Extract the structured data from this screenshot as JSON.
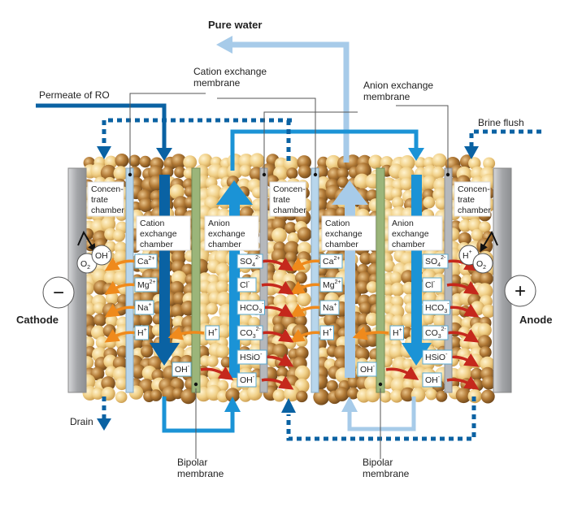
{
  "title_labels": {
    "pure_water": "Pure water",
    "permeate": "Permeate of RO",
    "brine_flush": "Brine flush",
    "drain": "Drain",
    "cathode": "Cathode",
    "anode": "Anode",
    "cation_membrane": [
      "Cation exchange",
      "membrane"
    ],
    "anion_membrane": [
      "Anion exchange",
      "membrane"
    ],
    "bipolar_membrane": [
      "Bipolar",
      "membrane"
    ]
  },
  "electrodes": {
    "cathode_symbol": "−",
    "anode_symbol": "+"
  },
  "chambers": [
    {
      "name": "concentrate-chamber-1",
      "label": [
        "Concen-",
        "trate",
        "chamber"
      ]
    },
    {
      "name": "cation-exchange-chamber-1",
      "label": [
        "Cation",
        "exchange",
        "chamber"
      ]
    },
    {
      "name": "anion-exchange-chamber-1",
      "label": [
        "Anion",
        "exchange",
        "chamber"
      ]
    },
    {
      "name": "concentrate-chamber-2",
      "label": [
        "Concen-",
        "trate",
        "chamber"
      ]
    },
    {
      "name": "cation-exchange-chamber-2",
      "label": [
        "Cation",
        "exchange",
        "chamber"
      ]
    },
    {
      "name": "anion-exchange-chamber-2",
      "label": [
        "Anion",
        "exchange",
        "chamber"
      ]
    },
    {
      "name": "concentrate-chamber-3",
      "label": [
        "Concen-",
        "trate",
        "chamber"
      ]
    }
  ],
  "cations": [
    {
      "base": "Ca",
      "sup": "2+"
    },
    {
      "base": "Mg",
      "sup": "2+"
    },
    {
      "base": "Na",
      "sup": "+"
    },
    {
      "base": "H",
      "sup": "+"
    }
  ],
  "anions": [
    {
      "base": "SO",
      "sub": "4",
      "sup": "2-"
    },
    {
      "base": "Cl",
      "sub": "",
      "sup": "-"
    },
    {
      "base": "HCO",
      "sub": "3",
      "sup": "-"
    },
    {
      "base": "CO",
      "sub": "3",
      "sup": "2-"
    },
    {
      "base": "HSiO",
      "sub": "",
      "sup": "-"
    },
    {
      "base": "OH",
      "sub": "",
      "sup": "-"
    }
  ],
  "bipolar_ions": {
    "h": {
      "base": "H",
      "sup": "+"
    },
    "oh": {
      "base": "OH",
      "sup": "-"
    }
  },
  "electrode_species": {
    "cathode": [
      {
        "base": "O",
        "sub": "2"
      },
      {
        "base": "OH",
        "sup": "-"
      }
    ],
    "anode": [
      {
        "base": "H",
        "sup": "+"
      },
      {
        "base": "O",
        "sub": "2"
      }
    ]
  },
  "colors": {
    "dark_blue": "#0a62a3",
    "mid_blue": "#1b93d6",
    "light_blue": "#a7cbe9",
    "cation_membrane": "#b8d6ec",
    "anion_membrane": "#b5b8bc",
    "bipolar_membrane": "#9bb57a",
    "electrode": "#a9abad",
    "resin_light": "#f1d595",
    "resin_dark": "#a8702e",
    "ion_arrow_orange": "#ef8a1c",
    "ion_arrow_red": "#c5281c"
  }
}
